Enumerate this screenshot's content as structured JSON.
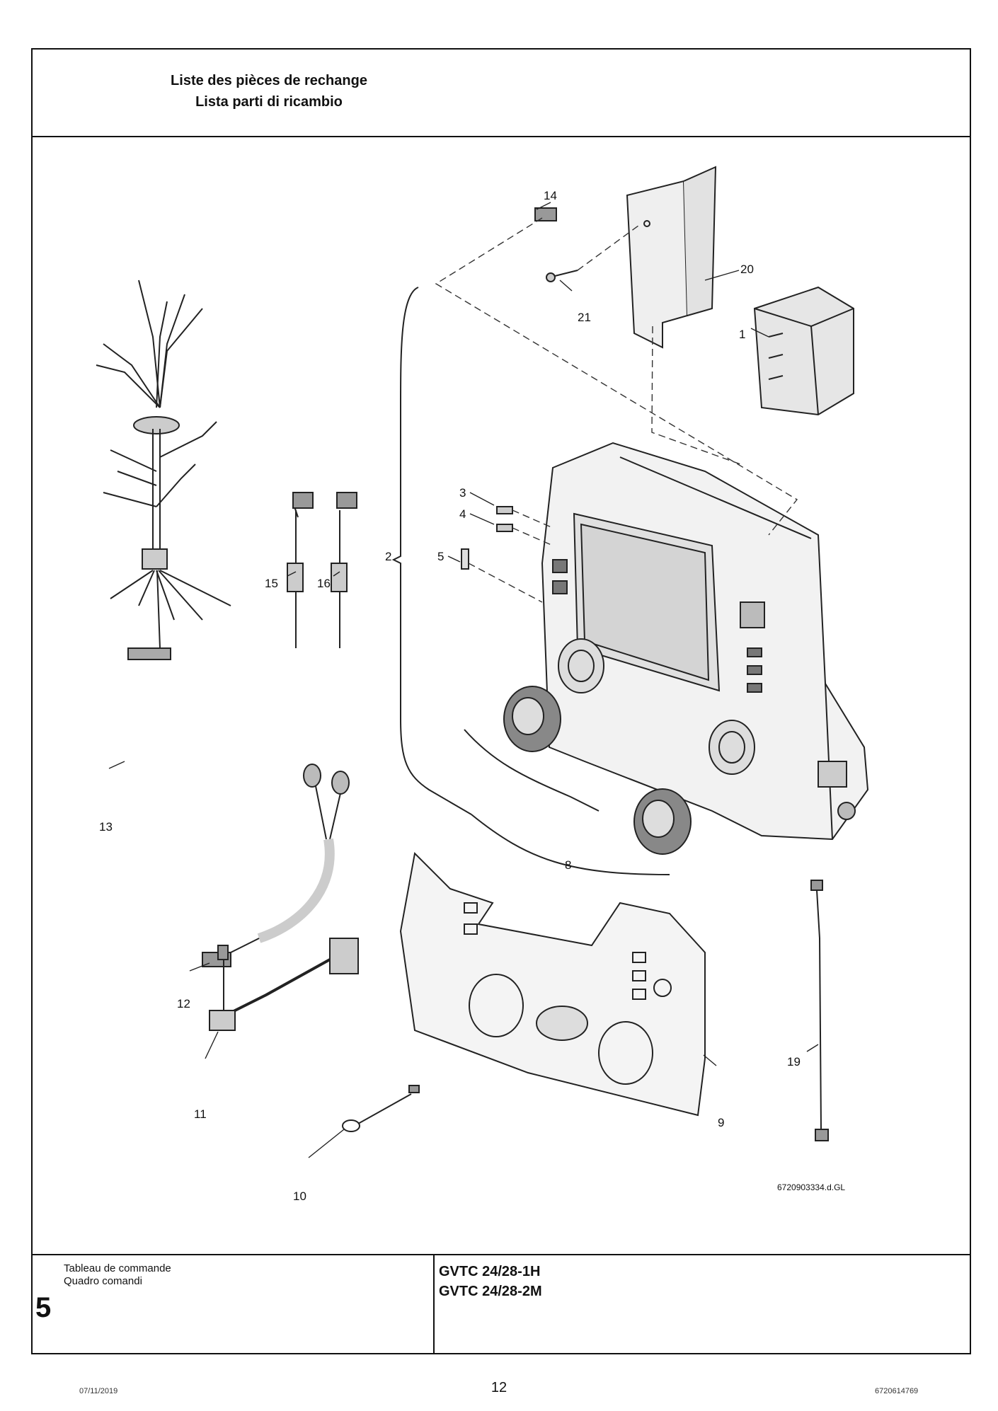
{
  "header": {
    "title_fr": "Liste des pièces de rechange",
    "title_it": "Lista parti di ricambio"
  },
  "drawing": {
    "reference": "6720903334.d.GL",
    "callouts": [
      "1",
      "2",
      "3",
      "4",
      "5",
      "8",
      "9",
      "10",
      "11",
      "12",
      "13",
      "14",
      "15",
      "16",
      "19",
      "20",
      "21"
    ]
  },
  "info": {
    "name_fr": "Tableau de commande",
    "name_it": "Quadro comandi",
    "section_number": "5",
    "models": [
      "GVTC 24/28-1H",
      "GVTC 24/28-2M"
    ]
  },
  "footer": {
    "date": "07/11/2019",
    "page": "12",
    "doc_number": "6720614769"
  }
}
